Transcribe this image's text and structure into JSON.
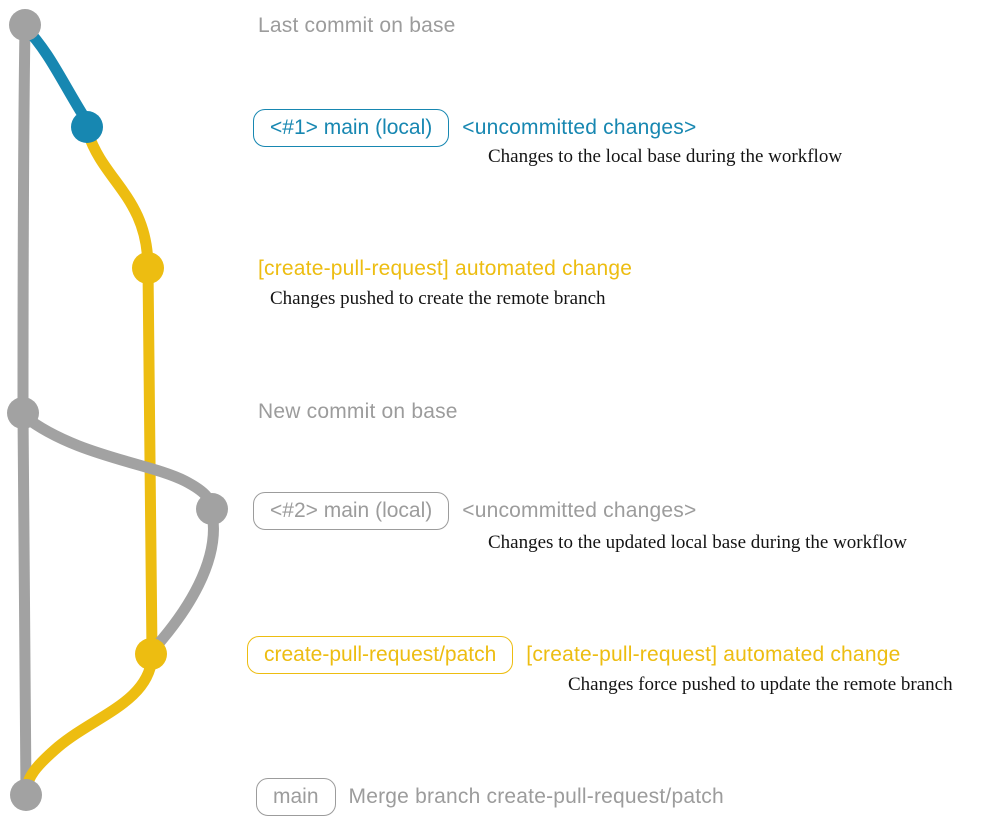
{
  "colors": {
    "gray": "#a2a2a2",
    "text_gray": "#9c9c9c",
    "blue": "#1787b1",
    "yellow": "#edbd11",
    "desc_black": "#141414"
  },
  "diagram": {
    "type": "git-graph",
    "branches": [
      {
        "name": "base",
        "color": "#a2a2a2"
      },
      {
        "name": "main (local)",
        "color": "#1787b1"
      },
      {
        "name": "create-pull-request/patch",
        "color": "#edbd11"
      }
    ],
    "nodes": [
      {
        "id": "last-commit-on-base",
        "color": "gray"
      },
      {
        "id": "main-local-1",
        "color": "blue"
      },
      {
        "id": "automated-change-1",
        "color": "yellow"
      },
      {
        "id": "new-commit-on-base",
        "color": "gray"
      },
      {
        "id": "main-local-2",
        "color": "gray"
      },
      {
        "id": "automated-change-2",
        "color": "yellow"
      },
      {
        "id": "merge-commit",
        "color": "gray"
      }
    ]
  },
  "annotations": {
    "last_commit_on_base": "Last commit on base",
    "sequence_1": {
      "badge": "<#1> main (local)",
      "title": "<uncommitted changes>",
      "desc": "Changes to the local base during the workflow"
    },
    "push_1": {
      "title": "[create-pull-request] automated change",
      "desc": "Changes pushed to create the remote branch"
    },
    "new_commit_on_base": "New commit on base",
    "sequence_2": {
      "badge": "<#2> main (local)",
      "title": "<uncommitted changes>",
      "desc": "Changes to the updated local base during the workflow"
    },
    "push_2": {
      "badge": "create-pull-request/patch",
      "title": "[create-pull-request] automated change",
      "desc": "Changes force pushed to update the remote branch"
    },
    "merge": {
      "badge": "main",
      "title": "Merge branch create-pull-request/patch"
    }
  }
}
